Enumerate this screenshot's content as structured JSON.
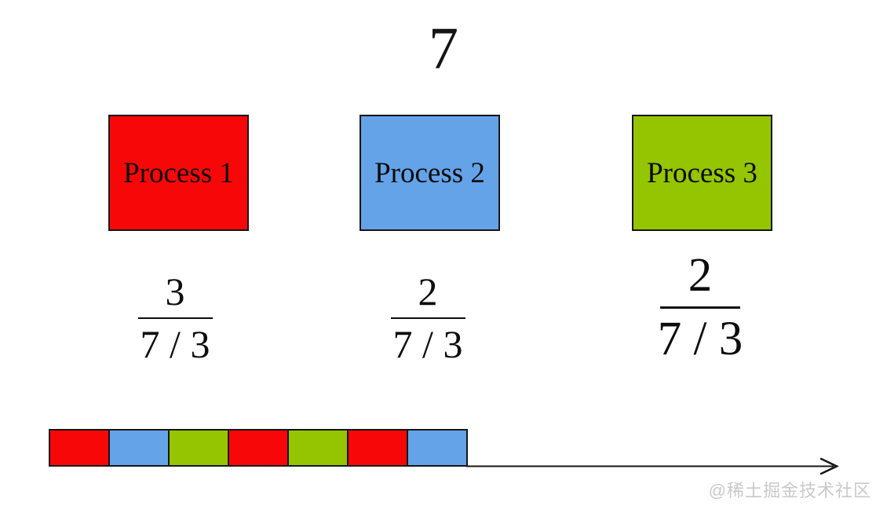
{
  "title": "7",
  "colors": {
    "red": "#f70707",
    "blue": "#64a3e8",
    "green": "#94c500",
    "border": "#161616",
    "watermark_gray": "#c9c9c9"
  },
  "processes": [
    {
      "label": "Process 1",
      "color_name": "red"
    },
    {
      "label": "Process 2",
      "color_name": "blue"
    },
    {
      "label": "Process 3",
      "color_name": "green"
    }
  ],
  "fractions": [
    {
      "numerator": "3",
      "denominator": "7 / 3"
    },
    {
      "numerator": "2",
      "denominator": "7 / 3"
    },
    {
      "numerator": "2",
      "denominator": "7 / 3"
    }
  ],
  "timeline": {
    "segments": [
      "red",
      "blue",
      "green",
      "red",
      "green",
      "red",
      "blue"
    ]
  },
  "watermark": "@稀土掘金技术社区"
}
